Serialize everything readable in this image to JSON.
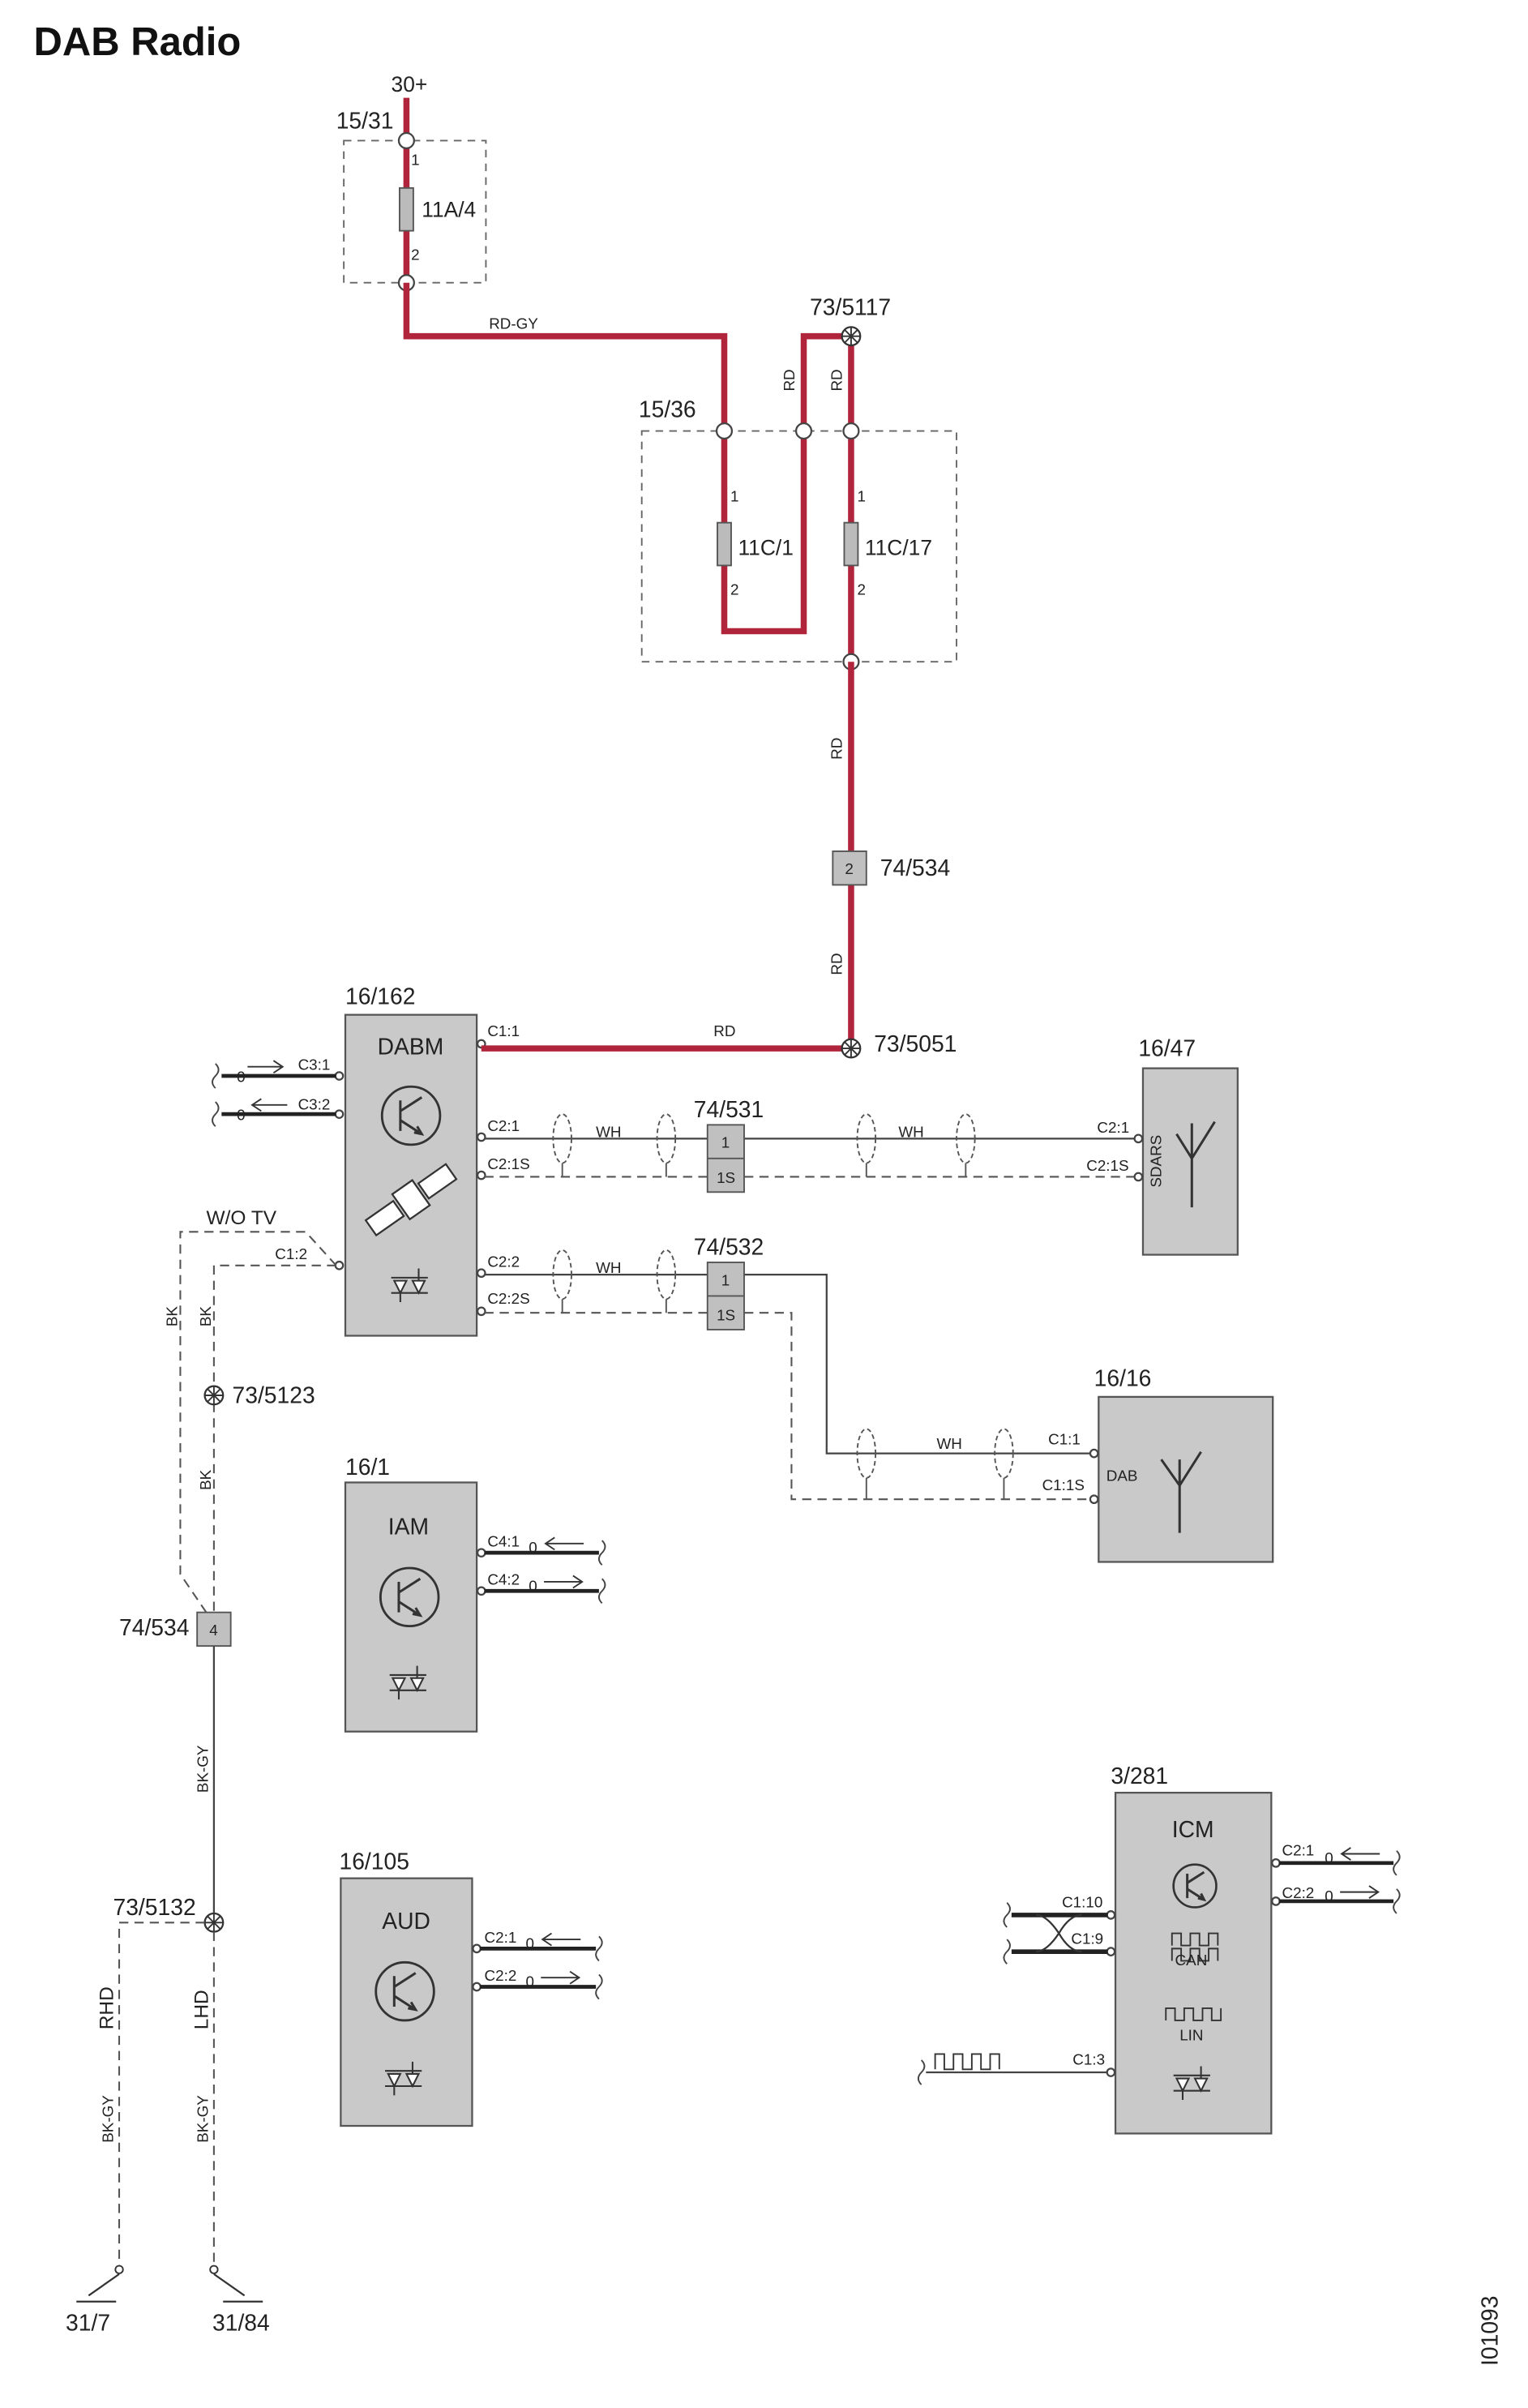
{
  "title": "DAB Radio",
  "image_code": "I01093",
  "supply": {
    "label": "30+"
  },
  "fuse_boxes": [
    {
      "ref": "15/31",
      "fuse": "11A/4",
      "pin1": "1",
      "pin2": "2"
    },
    {
      "ref": "15/36",
      "fuses": [
        "11C/1",
        "11C/17"
      ],
      "pin1": "1",
      "pin2": "2"
    }
  ],
  "wire_colors": {
    "rd_gy": "RD-GY",
    "rd": "RD",
    "wh": "WH",
    "bk": "BK",
    "bk_gy": "BK-GY"
  },
  "splices": {
    "s5117": "73/5117",
    "s5051": "73/5051",
    "s5123": "73/5123",
    "s5132": "73/5132"
  },
  "connectors": {
    "c534_top": {
      "ref": "74/534",
      "pin": "2"
    },
    "c534_bottom": {
      "ref": "74/534",
      "pin": "4"
    },
    "c531": {
      "ref": "74/531",
      "pins": [
        "1",
        "1S"
      ]
    },
    "c532": {
      "ref": "74/532",
      "pins": [
        "1",
        "1S"
      ]
    }
  },
  "modules": {
    "dabm": {
      "ref": "16/162",
      "name": "DABM",
      "pins": {
        "c1_1": "C1:1",
        "c3_1": "C3:1",
        "c3_2": "C3:2",
        "c2_1": "C2:1",
        "c2_1s": "C2:1S",
        "c1_2": "C1:2",
        "c2_2": "C2:2",
        "c2_2s": "C2:2S"
      },
      "note": "W/O TV"
    },
    "sdars": {
      "ref": "16/47",
      "name": "SDARS",
      "pins": {
        "c2_1": "C2:1",
        "c2_1s": "C2:1S"
      }
    },
    "dab_ant": {
      "ref": "16/16",
      "name": "DAB",
      "pins": {
        "c1_1": "C1:1",
        "c1_1s": "C1:1S"
      }
    },
    "iam": {
      "ref": "16/1",
      "name": "IAM",
      "pins": {
        "c4_1": "C4:1",
        "c4_2": "C4:2"
      }
    },
    "aud": {
      "ref": "16/105",
      "name": "AUD",
      "pins": {
        "c2_1": "C2:1",
        "c2_2": "C2:2"
      }
    },
    "icm": {
      "ref": "3/281",
      "name": "ICM",
      "pins": {
        "c2_1": "C2:1",
        "c2_2": "C2:2",
        "c1_10": "C1:10",
        "c1_9": "C1:9",
        "c1_3": "C1:3"
      },
      "bus_can": "CAN",
      "bus_lin": "LIN"
    }
  },
  "signal_zero": "0",
  "grounds": [
    {
      "ref": "31/7",
      "drive": "RHD"
    },
    {
      "ref": "31/84",
      "drive": "LHD"
    }
  ]
}
